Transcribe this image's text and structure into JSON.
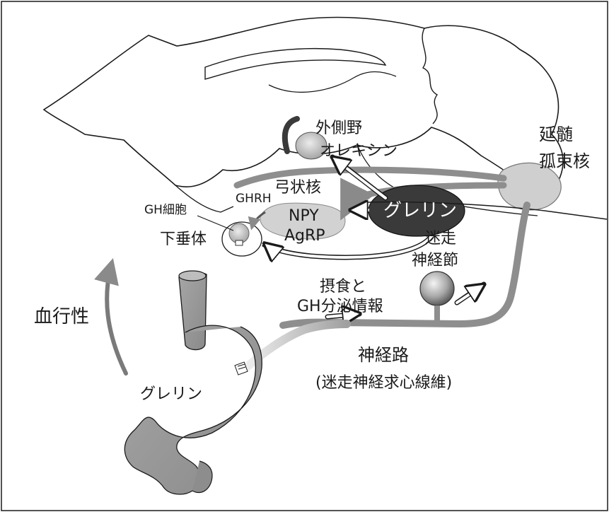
{
  "labels": {
    "lateral_area": "外側野",
    "orexin": "オレキシン",
    "medulla": "延髄",
    "nts": "孤束核",
    "arcuate": "弓状核",
    "ghrh": "GHRH",
    "npy": "NPY",
    "agrp": "AgRP",
    "ghrelin_brain": "グレリン",
    "gh_cell": "GH細胞",
    "pituitary": "下垂体",
    "vagal_ganglion_1": "迷走",
    "vagal_ganglion_2": "神経節",
    "feeding_1": "摂食と",
    "feeding_2": "GH分泌情報",
    "bloodstream": "血行性",
    "neural_path": "神経路",
    "vagal_afferent": "(迷走神経求心線維)",
    "ghrelin_stomach": "グレリン"
  },
  "colors": {
    "outline": "#1a1a1a",
    "gray_fill": "#9a9a9a",
    "dark_fill": "#3f3f3f",
    "light_fill": "#d6d6d6"
  }
}
